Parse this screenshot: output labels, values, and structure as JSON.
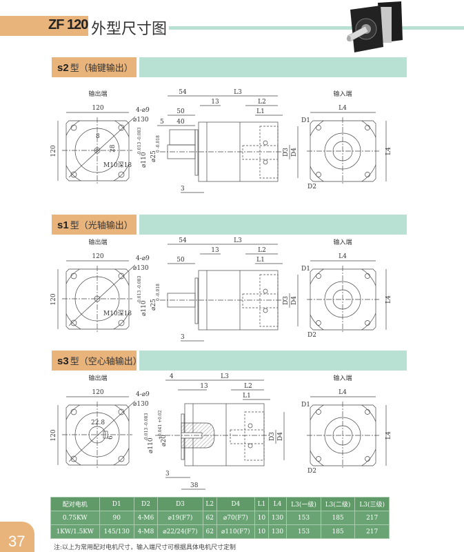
{
  "header": {
    "model": "ZF 120",
    "title": "外型尺寸图"
  },
  "sections": [
    {
      "code": "s2",
      "type": "型",
      "desc": "（轴键输出）"
    },
    {
      "code": "s1",
      "type": "型",
      "desc": "（光轴输出）"
    },
    {
      "code": "s3",
      "type": "型",
      "desc": "（空心轴输出）"
    }
  ],
  "labels": {
    "output_end": "输出端",
    "input_end": "输入端",
    "d120": "120",
    "holes": "4-⌀9",
    "pcd": "⌀130",
    "key_w": "8",
    "key_h": "28",
    "thread": "M10深18",
    "d54": "54",
    "L3": "L3",
    "d13": "13",
    "L2": "L2",
    "L1": "L1",
    "d50": "50",
    "d5": "5",
    "d40": "40",
    "d3": "3",
    "flange_dia": "⌀110",
    "flange_tol": "-0.013 -0.083",
    "shaft_dia": "⌀25",
    "shaft_tol": "0 -0.018",
    "D3": "D3",
    "D4": "D4",
    "L4": "L4",
    "D1": "D1",
    "D2": "D2",
    "d4": "4",
    "d38": "38",
    "bore_dia": "⌀20",
    "bore_tol": "+0.041 +0.02",
    "d22_8": "22.8",
    "d6": "6"
  },
  "table": {
    "headers": [
      "配对电机",
      "D1",
      "D2",
      "D3",
      "L2",
      "D4",
      "L1",
      "L4",
      "L3(一级)",
      "L3(二级)",
      "L3(三级)"
    ],
    "rows": [
      [
        "0.75KW",
        "90",
        "4-M6",
        "⌀19(F7)",
        "62",
        "⌀70(F7)",
        "10",
        "130",
        "153",
        "185",
        "217"
      ],
      [
        "1KW/1.5KW",
        "145/130",
        "4-M8",
        "⌀22/24(F7)",
        "62",
        "⌀110(F7)",
        "10",
        "130",
        "153",
        "185",
        "217"
      ]
    ]
  },
  "page_number": "37",
  "note": "注:以上为常用配对电机尺寸，输入端尺寸可根据具体电机尺寸定制"
}
